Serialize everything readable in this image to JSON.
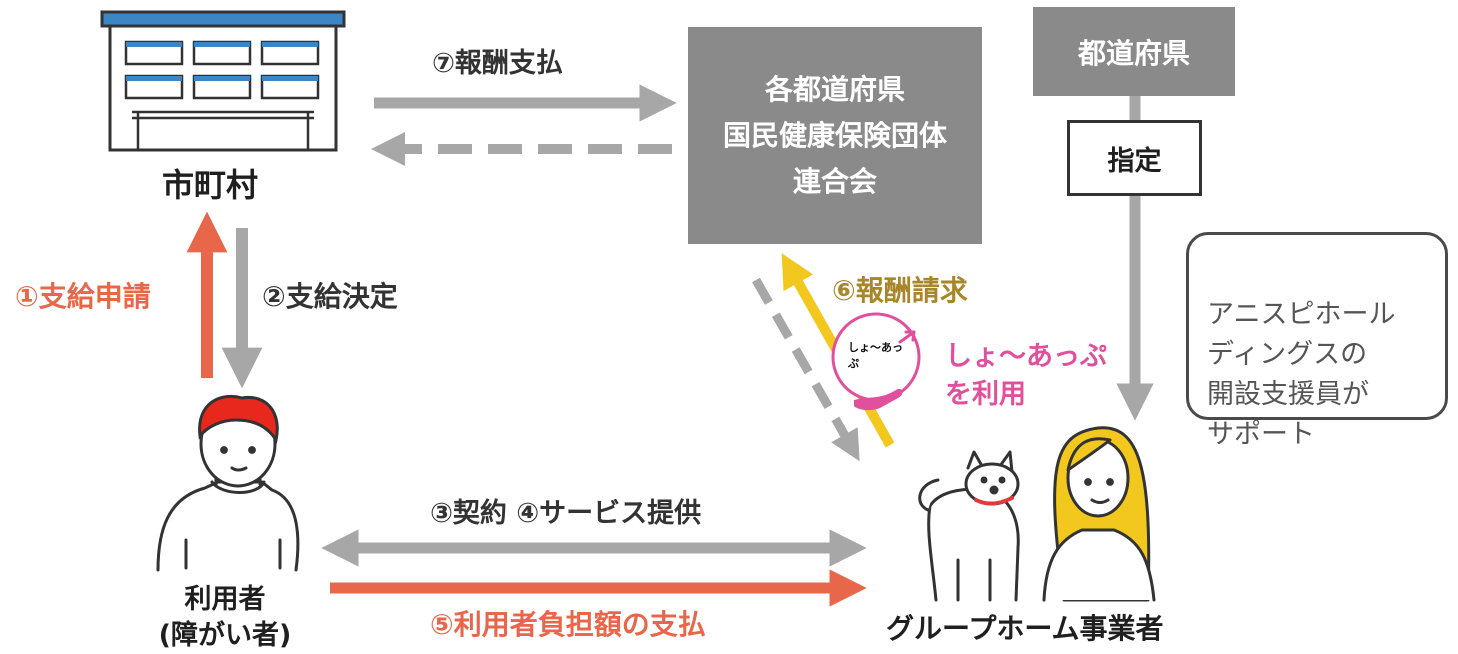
{
  "municipality": {
    "label": "市町村"
  },
  "national_health_federation": {
    "label": "各都道府県\n国民健康保険団体\n連合会"
  },
  "prefecture": {
    "label": "都道府県",
    "designation_label": "指定"
  },
  "support_bubble": {
    "text": "アニスピホール\nディングスの\n開設支援員が\nサポート"
  },
  "user": {
    "label": "利用者\n(障がい者)"
  },
  "group_home_operator": {
    "label": "グループホーム事業者"
  },
  "logo": {
    "brand_text": "しょ〜あっぷ",
    "caption": "しょ〜あっぷ\nを利用"
  },
  "steps": {
    "s1": "①支給申請",
    "s2": "②支給決定",
    "s34": "③契約 ④サービス提供",
    "s5": "⑤利用者負担額の支払",
    "s6": "⑥報酬請求",
    "s7": "⑦報酬支払"
  },
  "colors": {
    "orange": "#e8674a",
    "gray": "#a7a7a7",
    "yellow": "#f2c81e",
    "pink": "#e0509c",
    "gold_text": "#a8872a",
    "box_gray": "#8a8a8a",
    "building_blue": "#3d86c6"
  }
}
